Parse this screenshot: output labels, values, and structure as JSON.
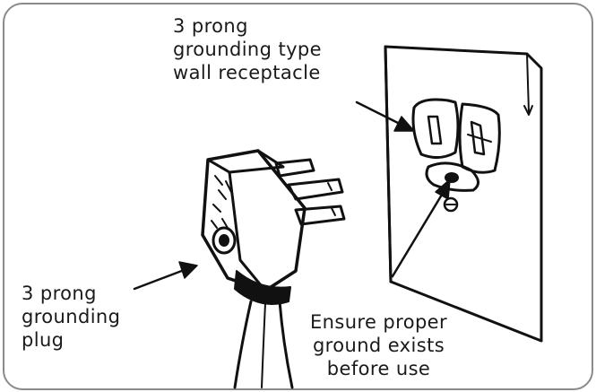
{
  "labels": {
    "receptacle": [
      "3 prong",
      "grounding type",
      "wall receptacle"
    ],
    "plug": [
      "3 prong",
      "grounding",
      "plug"
    ],
    "ground": [
      "Ensure proper",
      "ground exists",
      "before use"
    ]
  },
  "icons": [
    "wall-receptacle-icon",
    "plug-icon",
    "power-cord-icon",
    "pointer-arrow-icon"
  ],
  "colors": {
    "ink": "#111111",
    "frame": "#8a8a8a",
    "background": "#ffffff"
  }
}
